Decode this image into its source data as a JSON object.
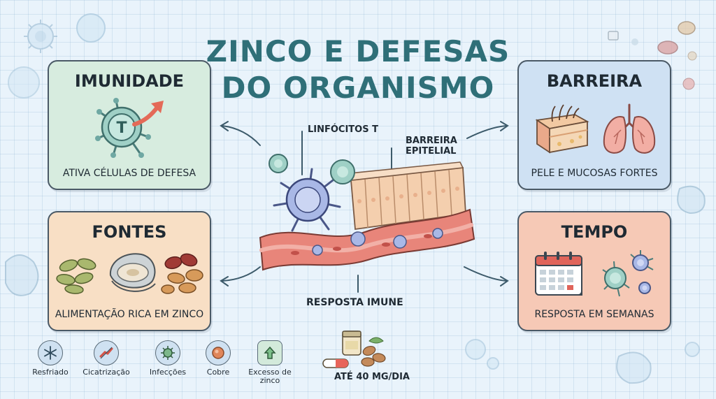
{
  "title": {
    "line1": "ZINCO E DEFESAS",
    "line2": "DO ORGANISMO"
  },
  "cards": {
    "imunidade": {
      "title": "IMUNIDADE",
      "caption": "ATIVA CÉLULAS DE DEFESA",
      "cell_letter": "T"
    },
    "barreira": {
      "title": "BARREIRA",
      "caption": "PELE E MUCOSAS FORTES"
    },
    "fontes": {
      "title": "FONTES",
      "caption": "ALIMENTAÇÃO RICA EM ZINCO"
    },
    "tempo": {
      "title": "TEMPO",
      "caption": "RESPOSTA EM SEMANAS"
    }
  },
  "center": {
    "linfocitos": "LINFÓCITOS T",
    "barreira_line1": "BARREIRA",
    "barreira_line2": "EPITELIAL",
    "resposta": "RESPOSTA IMUNE"
  },
  "bottom": [
    {
      "label": "Resfriado",
      "icon": "snowflake-icon"
    },
    {
      "label": "Cicatrização",
      "icon": "bandage-icon"
    },
    {
      "label": "Infecções",
      "icon": "virus-icon"
    },
    {
      "label": "Cobre",
      "icon": "copper-icon"
    },
    {
      "label": "Excesso de zinco",
      "icon": "arrow-up-icon"
    }
  ],
  "dose": "ATÉ 40 MG/DIA",
  "colors": {
    "title": "#2f6f78",
    "imunidade": "#d7ecdf",
    "barreira": "#cfe1f3",
    "fontes": "#f8dfc5",
    "tempo": "#f6c9b6"
  }
}
